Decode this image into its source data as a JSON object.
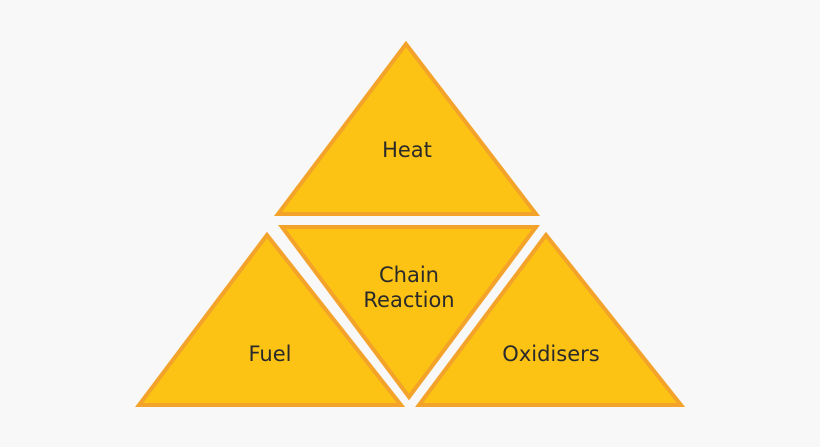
{
  "diagram": {
    "triangles": {
      "top": {
        "label": "Heat"
      },
      "center": {
        "label_line1": "Chain",
        "label_line2": "Reaction"
      },
      "left": {
        "label": "Fuel"
      },
      "right": {
        "label": "Oxidisers"
      }
    },
    "colors": {
      "fill": "#fcc314",
      "stroke": "#f3a22a",
      "text": "#2a2a2a",
      "background": "#f8f8f8"
    }
  }
}
